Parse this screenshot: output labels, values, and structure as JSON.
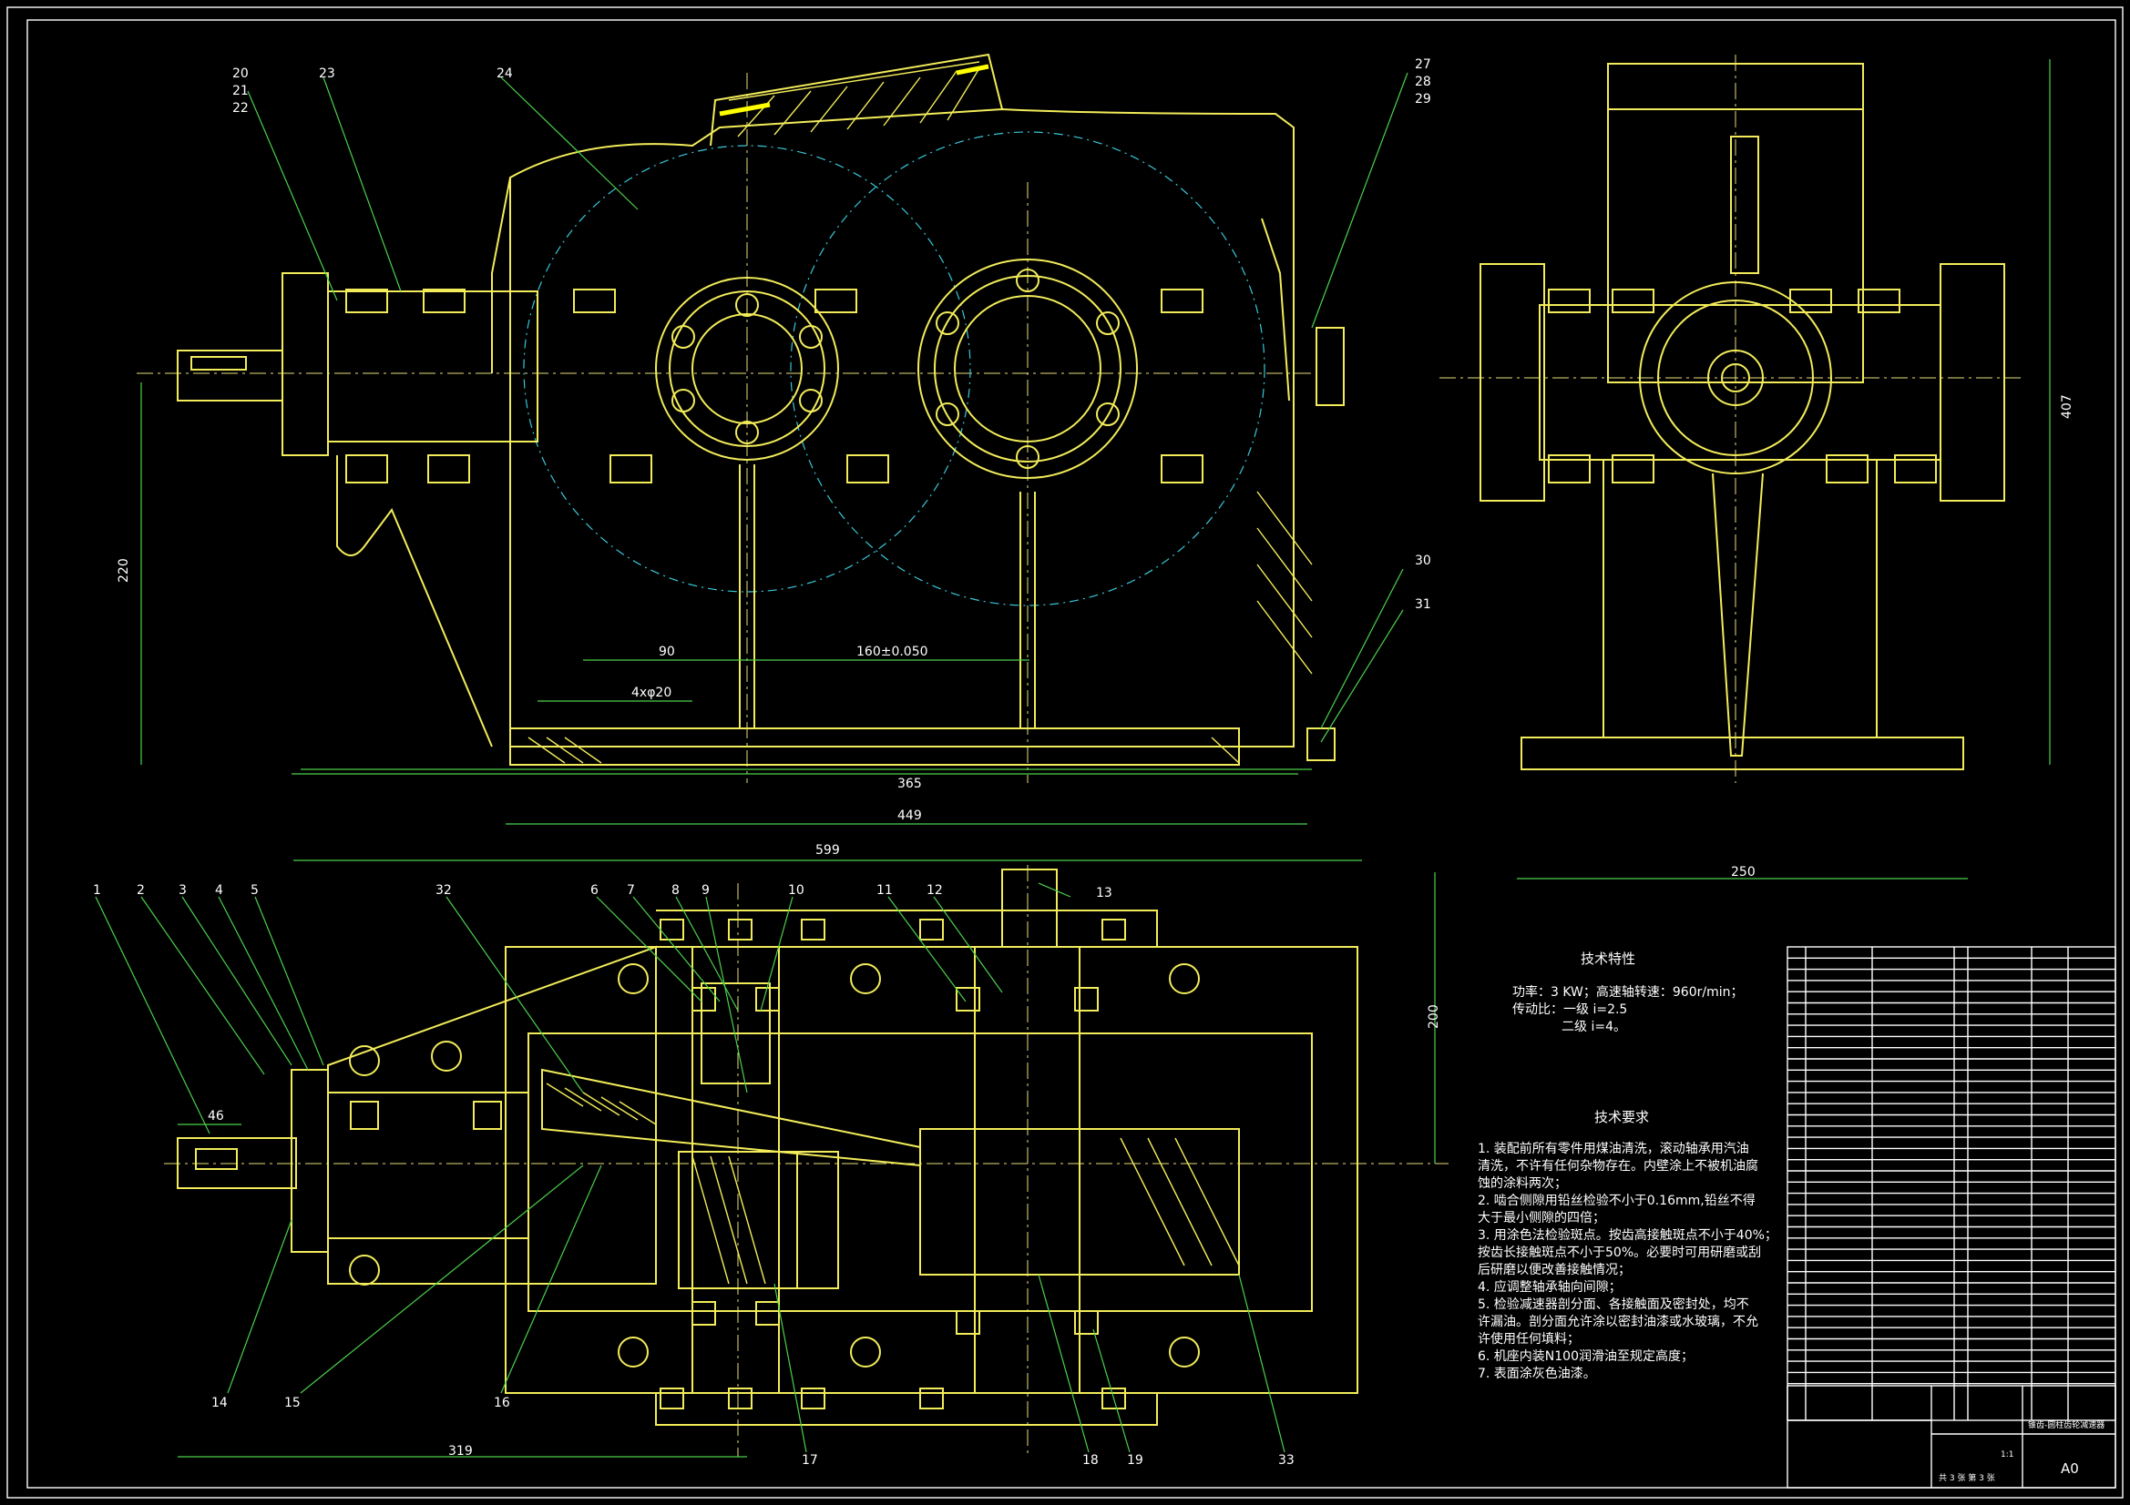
{
  "part_numbers": {
    "front_view": [
      "20",
      "21",
      "22",
      "23",
      "24",
      "27",
      "28",
      "29",
      "30",
      "31"
    ],
    "plan_view": [
      "1",
      "2",
      "3",
      "4",
      "5",
      "6",
      "7",
      "8",
      "9",
      "10",
      "11",
      "12",
      "13",
      "14",
      "15",
      "16",
      "17",
      "18",
      "19",
      "32",
      "33"
    ]
  },
  "dimensions": {
    "d220": "220",
    "d90": "90",
    "d160": "160±0.050",
    "d4x20": "4xφ20",
    "d365": "365",
    "d449": "449",
    "d599": "599",
    "d407": "407",
    "d250": "250",
    "d200": "200",
    "d46": "46",
    "d319": "319"
  },
  "tech_characteristics": {
    "title": "技术特性",
    "lines": [
      "功率：3 KW；高速轴转速：960r/min；",
      "传动比：一级 i=2.5",
      "二级 i=4。"
    ]
  },
  "tech_requirements": {
    "title": "技术要求",
    "lines": [
      "1. 装配前所有零件用煤油清洗，滚动轴承用汽油",
      "清洗，不许有任何杂物存在。内壁涂上不被机油腐",
      "蚀的涂料两次；",
      "2. 啮合侧隙用铅丝检验不小于0.16mm,铅丝不得",
      "大于最小侧隙的四倍；",
      "3. 用涂色法检验斑点。按齿高接触斑点不小于40%；",
      "按齿长接触斑点不小于50%。必要时可用研磨或刮",
      "后研磨以便改善接触情况；",
      "4. 应调整轴承轴向间隙；",
      "5. 检验减速器剖分面、各接触面及密封处，均不",
      "许漏油。剖分面允许涂以密封油漆或水玻璃，不允",
      "许使用任何填料；",
      "6. 机座内装N100润滑油至规定高度；",
      "7. 表面涂灰色油漆。"
    ]
  },
  "title_block": {
    "drawing_name": "锥齿-圆柱齿轮减速器",
    "size_code": "A0",
    "sheet": "共 3 张  第 3 张",
    "scale": "1:1"
  }
}
